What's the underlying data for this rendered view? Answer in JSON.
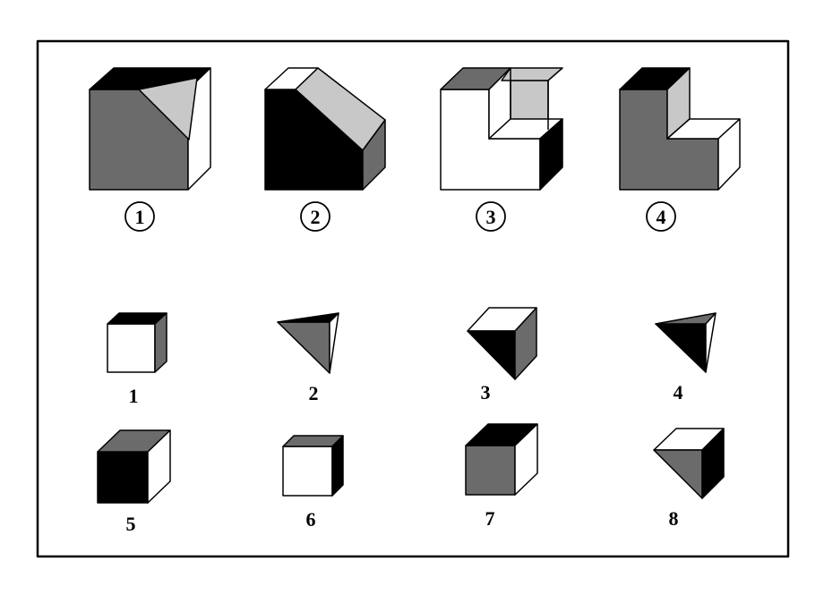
{
  "colors": {
    "black": "#000000",
    "dark_gray": "#6b6b6b",
    "light_gray": "#c8c8c8",
    "white": "#ffffff"
  },
  "top_row": {
    "labels": [
      "1",
      "2",
      "3",
      "4"
    ]
  },
  "pieces": {
    "labels": [
      "1",
      "2",
      "3",
      "4",
      "5",
      "6",
      "7",
      "8"
    ]
  }
}
